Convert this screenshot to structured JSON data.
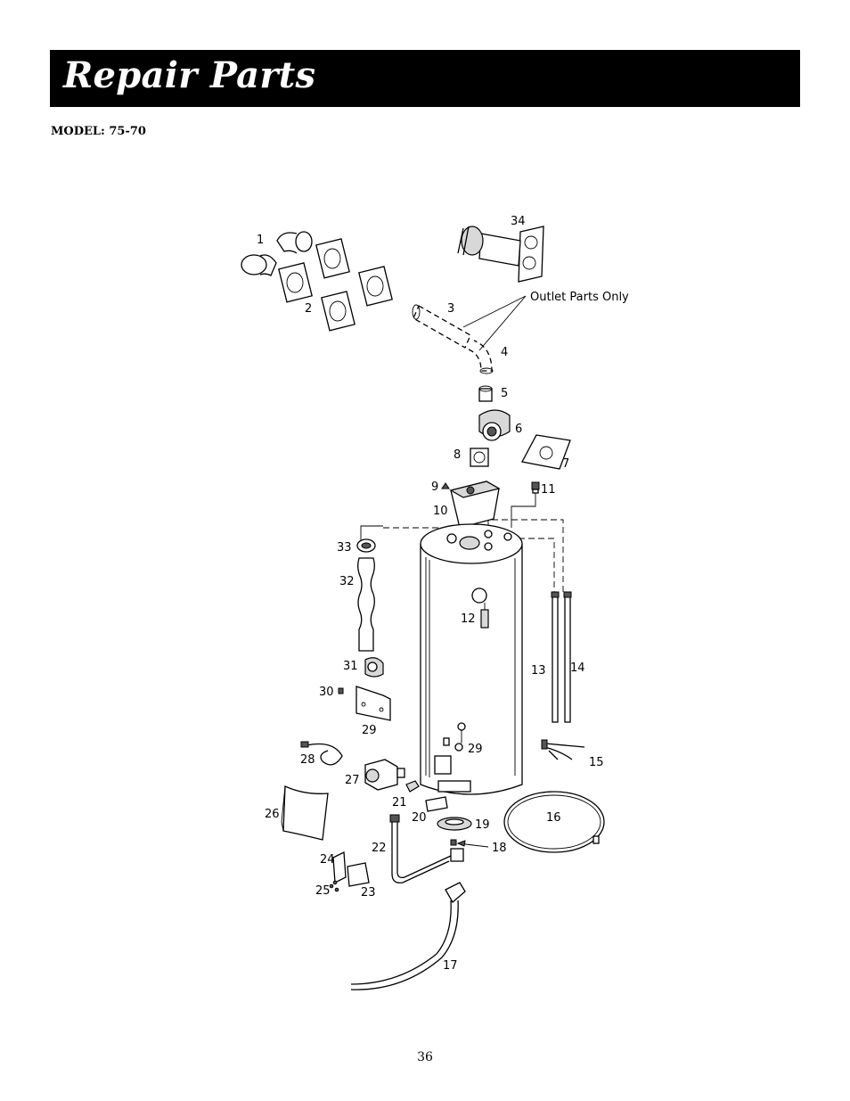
{
  "header": {
    "title": "Repair Parts"
  },
  "model_label": "MODEL: 75-70",
  "page_number": "36",
  "diagram": {
    "outlet_note": "Outlet Parts Only",
    "callouts": {
      "p1": "1",
      "p2": "2",
      "p3": "3",
      "p4": "4",
      "p5": "5",
      "p6": "6",
      "p7": "7",
      "p8": "8",
      "p9": "9",
      "p10": "10",
      "p11": "11",
      "p12": "12",
      "p13": "13",
      "p14": "14",
      "p15": "15",
      "p16": "16",
      "p17": "17",
      "p18": "18",
      "p19": "19",
      "p20": "20",
      "p21": "21",
      "p22": "22",
      "p23": "23",
      "p24": "24",
      "p25": "25",
      "p26": "26",
      "p27": "27",
      "p28": "28",
      "p29a": "29",
      "p29b": "29",
      "p30": "30",
      "p31": "31",
      "p32": "32",
      "p33": "33",
      "p34": "34"
    }
  }
}
